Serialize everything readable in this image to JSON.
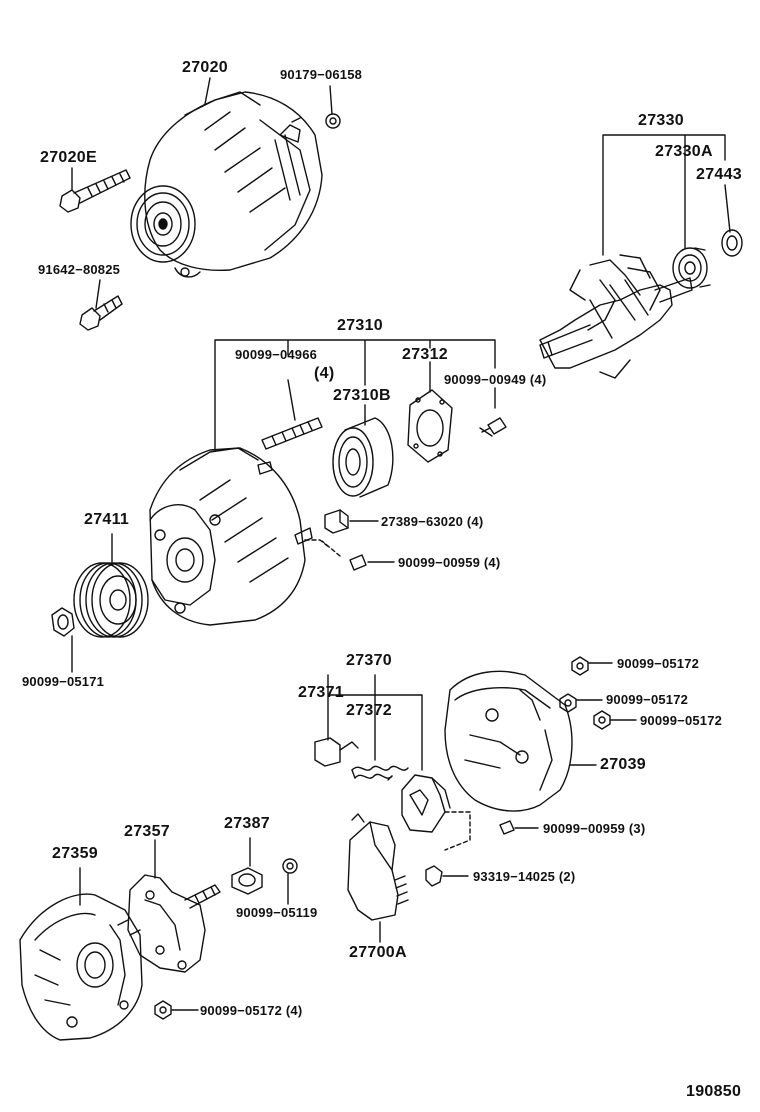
{
  "diagram": {
    "catalog_number": "190850",
    "parts": {
      "p27020": "27020",
      "p90179_06158": "90179−06158",
      "p27020E": "27020E",
      "p91642_80825": "91642−80825",
      "p27330": "27330",
      "p27330A": "27330A",
      "p27443": "27443",
      "p27310": "27310",
      "p90099_04966": "90099−04966",
      "p90099_04966_qty": "(4)",
      "p27312": "27312",
      "p27310B": "27310B",
      "p90099_00949": "90099−00949 (4)",
      "p27411": "27411",
      "p27389_63020": "27389−63020 (4)",
      "p90099_00959_4": "90099−00959 (4)",
      "p90099_05171": "90099−05171",
      "p27370": "27370",
      "p27371": "27371",
      "p27372": "27372",
      "p90099_05172_a": "90099−05172",
      "p90099_05172_b": "90099−05172",
      "p90099_05172_c": "90099−05172",
      "p27039": "27039",
      "p90099_00959_3": "90099−00959 (3)",
      "p27357": "27357",
      "p27387": "27387",
      "p27359": "27359",
      "p90099_05119": "90099−05119",
      "p93319_14025": "93319−14025 (2)",
      "p27700A": "27700A",
      "p90099_05172_4": "90099−05172 (4)"
    }
  }
}
